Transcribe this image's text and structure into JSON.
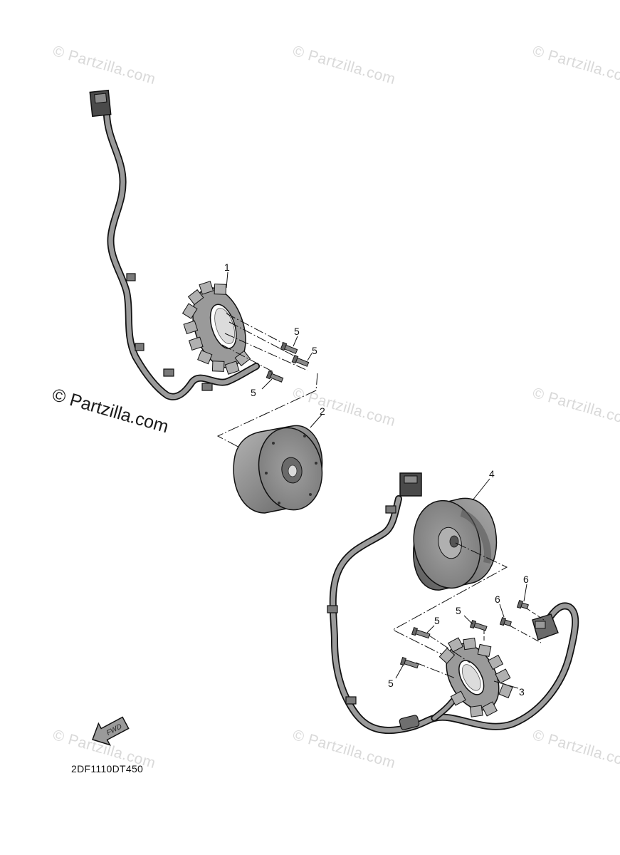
{
  "watermarks": {
    "small_text": "© Partzilla.com",
    "main_text": "© Partzilla.com"
  },
  "callouts": {
    "c1": "1",
    "c2": "2",
    "c3": "3",
    "c4": "4",
    "c5a": "5",
    "c5b": "5",
    "c5c": "5",
    "c5d": "5",
    "c5e": "5",
    "c5f": "5",
    "c6a": "6",
    "c6b": "6"
  },
  "fwd_arrow": {
    "label": "FWD"
  },
  "diagram_code": "2DF1110DT450",
  "colors": {
    "part_fill": "#8f8f8f",
    "part_dark": "#4a4a4a",
    "line": "#111111",
    "watermark": "#d9d9d9"
  }
}
